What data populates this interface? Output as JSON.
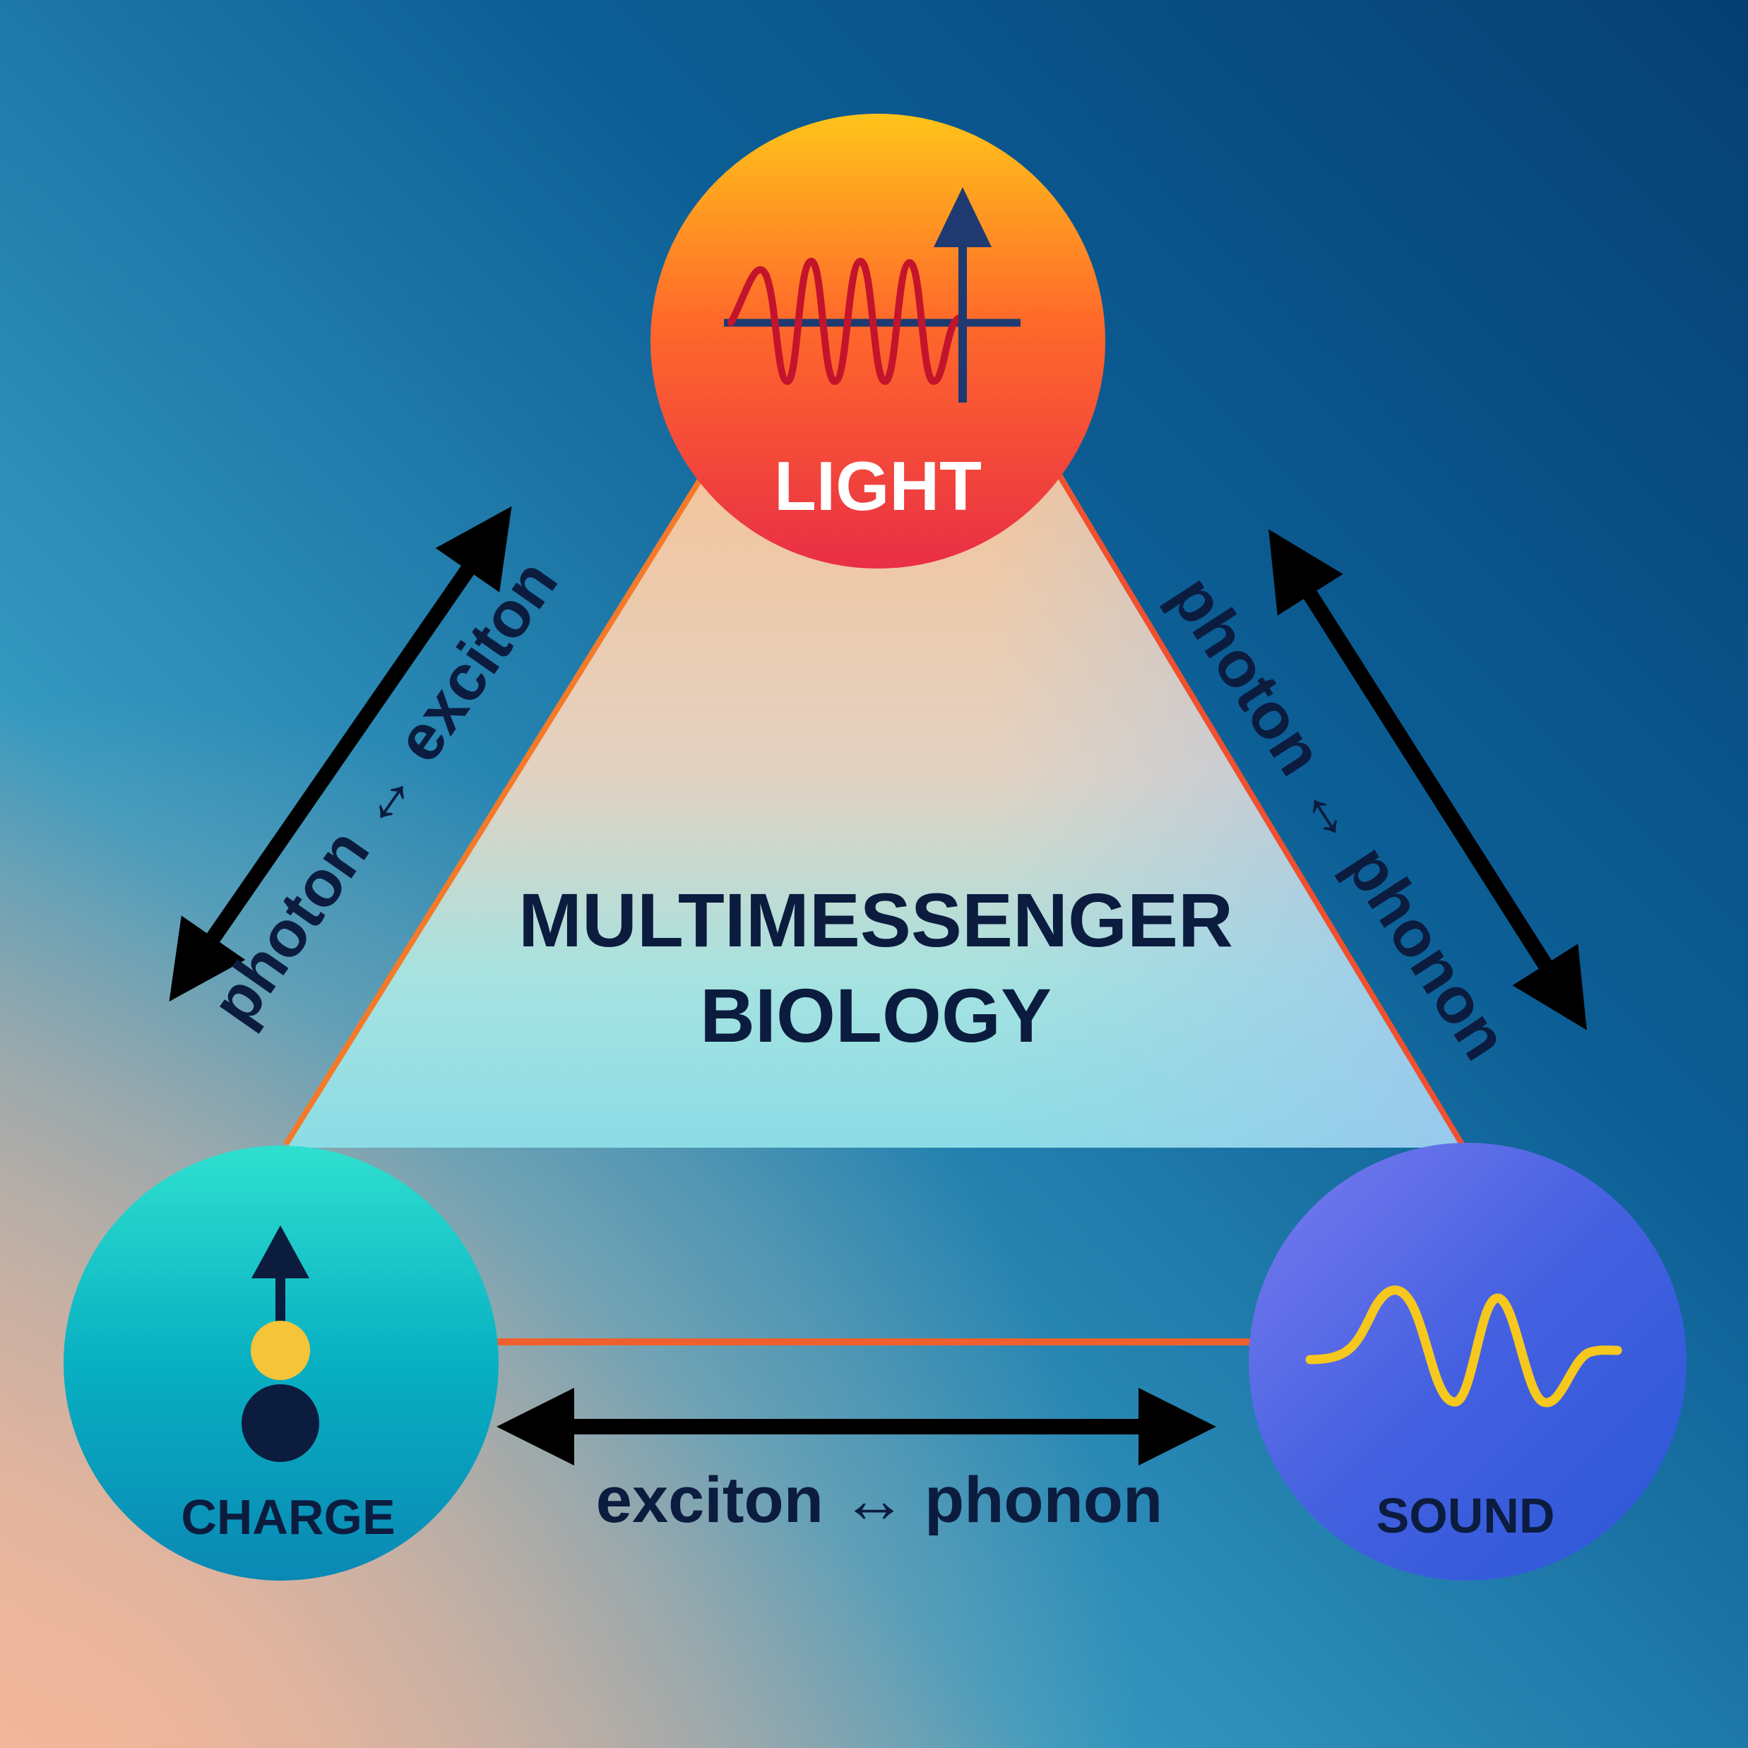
{
  "title": {
    "line1": "MULTIMESSENGER",
    "line2": "BIOLOGY"
  },
  "nodes": {
    "light": {
      "label": "LIGHT",
      "icon": "light-wave-vector-icon"
    },
    "charge": {
      "label": "CHARGE",
      "icon": "charge-dipole-arrow-icon"
    },
    "sound": {
      "label": "SOUND",
      "icon": "sound-wave-icon"
    }
  },
  "links": {
    "left": "photon ↔ exciton",
    "right": "photon ↔ phonon",
    "bottom": "exciton ↔ phonon"
  },
  "colors": {
    "background_top_right": "#063f72",
    "background_mid": "#2b8cb8",
    "background_bottom_left": "#e8b8a0",
    "light_circle_top": "#ffc21a",
    "light_circle_bottom": "#ec2f43",
    "charge_circle": "#0fb8c6",
    "sound_circle": "#3f5fdc",
    "wave_red": "#c4142c",
    "wave_yellow": "#f6c81e",
    "text_navy": "#0b1c3f",
    "triangle_border": "#f47a2a"
  }
}
